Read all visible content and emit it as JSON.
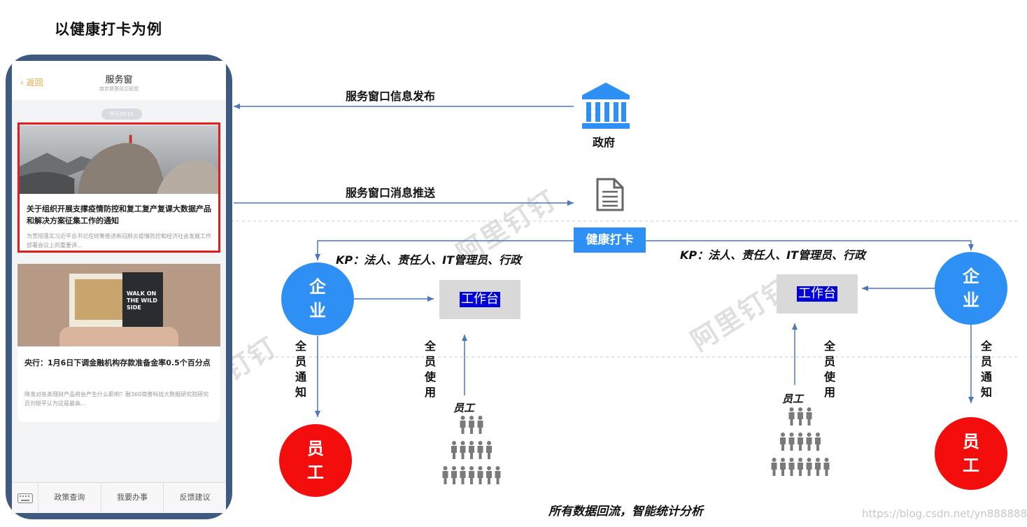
{
  "page_title": "以健康打卡为例",
  "phone": {
    "back": "返回",
    "title": "服务窗",
    "subtitle": "南京健康政企联盟",
    "time": "昨天20:21",
    "card1": {
      "title": "关于组织开展支撑疫情防控和复工复产复课大数据产品和解决方案征集工作的通知",
      "desc": "为贯彻落实习近平总书记在统筹推进新冠肺炎疫情防控和经济社会发展工作部署会议上的重要讲..."
    },
    "card2": {
      "book_text": "WALK ON THE WILD SIDE",
      "title": "央行：1月6日下调金融机构存款准备金率0.5个百分点",
      "desc": "降准对各类理财产品将会产生什么影响？融360简普科技大数据研究院研究员刘银平认为这是最高..."
    },
    "tabs": [
      "政策查询",
      "我要办事",
      "反馈建议"
    ]
  },
  "flow": {
    "info_publish": "服务窗口信息发布",
    "msg_push": "服务窗口消息推送",
    "gov": "政府",
    "health_checkin": "健康打卡",
    "kp_left": "KP：法人、责任人、IT管理员、行政",
    "kp_right": "KP：法人、责任人、IT管理员、行政",
    "enterprise": [
      "企",
      "业"
    ],
    "employee_circle": [
      "员",
      "工"
    ],
    "workbench": "工作台",
    "notify_all": [
      "全",
      "员",
      "通",
      "知"
    ],
    "use_all": [
      "全",
      "员",
      "使",
      "用"
    ],
    "staff": "员工",
    "footer": "所有数据回流，智能统计分析"
  },
  "watermark": "阿里钉钉",
  "source_url": "https://blog.csdn.net/yn888888",
  "colors": {
    "accent_blue": "#2e8ff5",
    "alert_red": "#f30d0d",
    "arrow": "#4a76c2",
    "workbench_highlight": "#0000dd"
  }
}
